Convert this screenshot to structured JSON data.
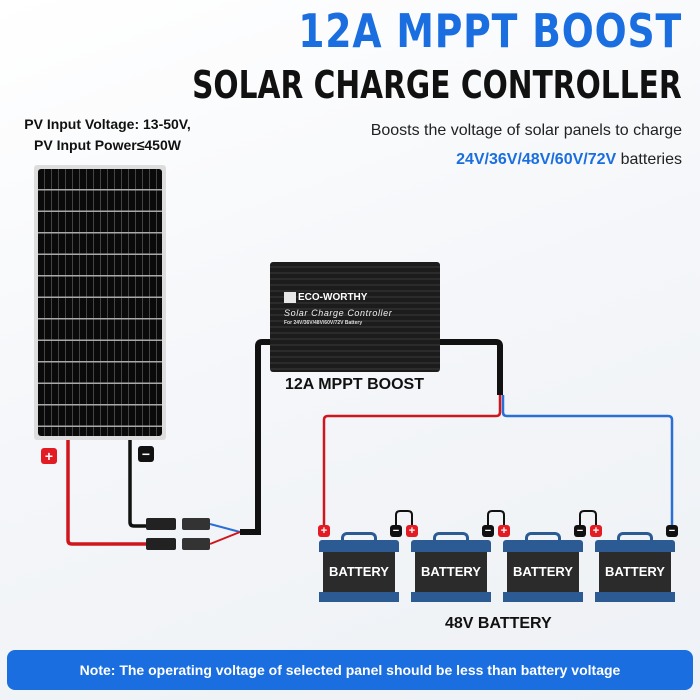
{
  "header": {
    "title_line1": "12A MPPT BOOST",
    "title_line2": "SOLAR CHARGE CONTROLLER",
    "subtitle_line1": "Boosts the voltage of solar panels to charge",
    "subtitle_voltages": "24V/36V/48V/60V/72V",
    "subtitle_suffix": " batteries"
  },
  "pv_panel": {
    "input_voltage": "PV Input Voltage: 13-50V,",
    "input_power": "PV Input Power≤450W",
    "positive_symbol": "+",
    "negative_symbol": "−"
  },
  "controller": {
    "brand": "ECO-WORTHY",
    "product_name": "Solar Charge Controller",
    "battery_compat": "For 24V/36V/48V/60V/72V Battery",
    "label": "12A MPPT BOOST"
  },
  "batteries": {
    "items": [
      {
        "label": "BATTERY"
      },
      {
        "label": "BATTERY"
      },
      {
        "label": "BATTERY"
      },
      {
        "label": "BATTERY"
      }
    ],
    "group_label": "48V BATTERY",
    "plus": "+",
    "minus": "−"
  },
  "note": "Note: The operating voltage of selected panel should be less than battery voltage",
  "colors": {
    "accent_blue": "#1a6ee0",
    "positive_red": "#e31b23",
    "negative_black": "#111111",
    "battery_blue": "#2c5b94"
  }
}
